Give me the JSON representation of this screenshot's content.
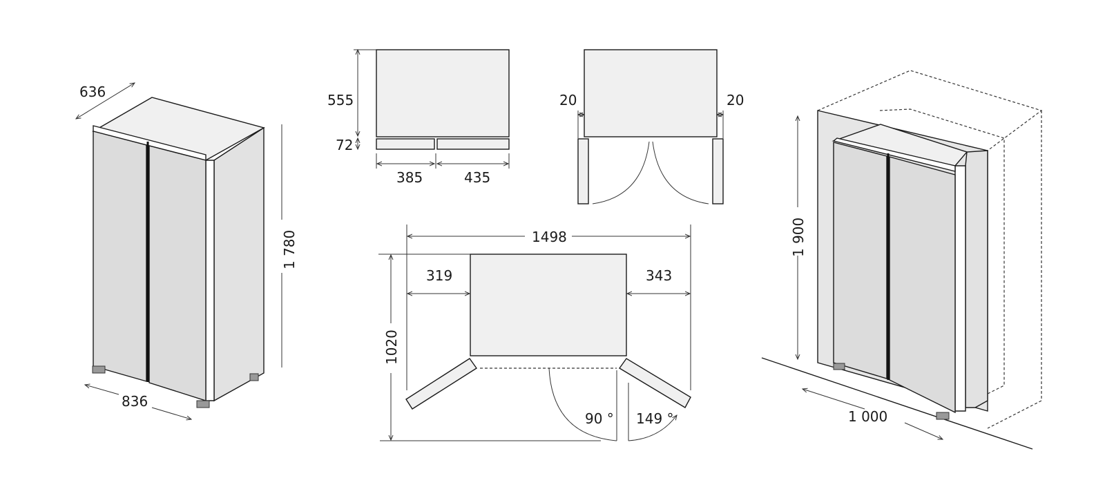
{
  "iso_view": {
    "depth": "636",
    "width": "836",
    "height": "1 780"
  },
  "top_view_drawers": {
    "depth": "555",
    "door_depth": "72",
    "left_width": "385",
    "right_width": "435"
  },
  "top_view_doors_open": {
    "left_clearance": "20",
    "right_clearance": "20"
  },
  "plan_view": {
    "total_width": "1498",
    "left_swing": "319",
    "right_swing": "343",
    "total_depth": "1020",
    "angle_left": "90 °",
    "angle_right": "149 °"
  },
  "niche_view": {
    "height": "1 900",
    "width": "1 000"
  }
}
